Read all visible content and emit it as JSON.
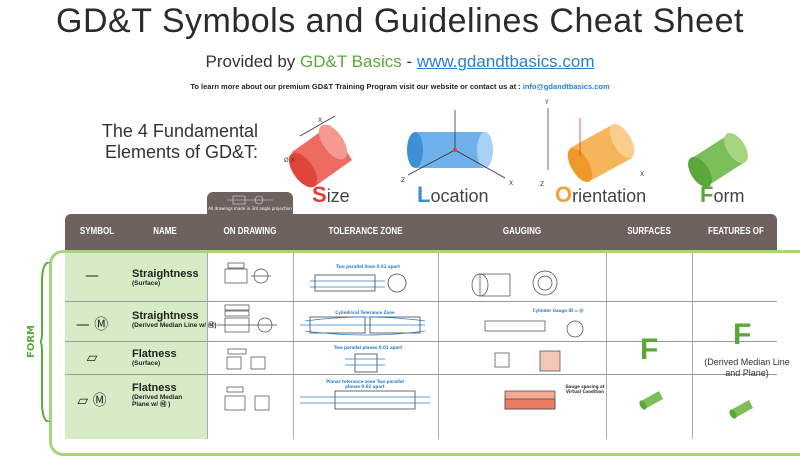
{
  "header": {
    "title": "GD&T Symbols and Guidelines Cheat Sheet",
    "subtitle_prefix": "Provided by ",
    "brand": "GD&T Basics",
    "dash": " - ",
    "website": "www.gdandtbasics.com",
    "note_prefix": "To learn more about our premium GD&T Training Program visit our website or contact us at : ",
    "email": "info@gdandtbasics.com"
  },
  "fundamentals": {
    "heading_line1": "The 4 Fundamental",
    "heading_line2": "Elements of GD&T:",
    "elements": [
      {
        "initial": "S",
        "rest": "ize",
        "color": "#e23b3b"
      },
      {
        "initial": "L",
        "rest": "ocation",
        "color": "#3b8fd8"
      },
      {
        "initial": "O",
        "rest": "rientation",
        "color": "#f2a23c"
      },
      {
        "initial": "F",
        "rest": "orm",
        "color": "#5aa83a"
      }
    ]
  },
  "table": {
    "drawing_tab_note": "All drawings made in 3rd angle projection",
    "columns": [
      "SYMBOL",
      "NAME",
      "ON DRAWING",
      "TOLERANCE ZONE",
      "GAUGING",
      "SURFACES",
      "FEATURES OF SIZE"
    ],
    "group_label": "FORM",
    "rows": [
      {
        "symbol": "—",
        "name": "Straightness",
        "sub": "(Surface)"
      },
      {
        "symbol": "— Ⓜ",
        "name": "Straightness",
        "sub": "(Derived Median Line w/ Ⓜ)"
      },
      {
        "symbol": "▱",
        "name": "Flatness",
        "sub": "(Surface)"
      },
      {
        "symbol": "▱ Ⓜ",
        "name": "Flatness",
        "sub": "(Derived Median Plane w/ Ⓜ )"
      }
    ],
    "surfaces_letter": "F",
    "fos_letter": "F",
    "fos_note": "(Derived Median Line and Plane)",
    "tz_notes": [
      "Two parallel lines 0.01 apart",
      "Cylindrical Tolerance Zone",
      "Two parallel planes 0.01 apart",
      "Planar tolerance zone Two parallel planes 0.02 apart"
    ],
    "gauge_notes": [
      "Cylinder Gauge ID = Ⓜ",
      "Gauge spacing at Virtual Condition"
    ]
  },
  "colors": {
    "green": "#5aa83a",
    "blue": "#2a7fd4",
    "header_bg": "#6e625e",
    "sym_bg": "#d6ecc6"
  }
}
